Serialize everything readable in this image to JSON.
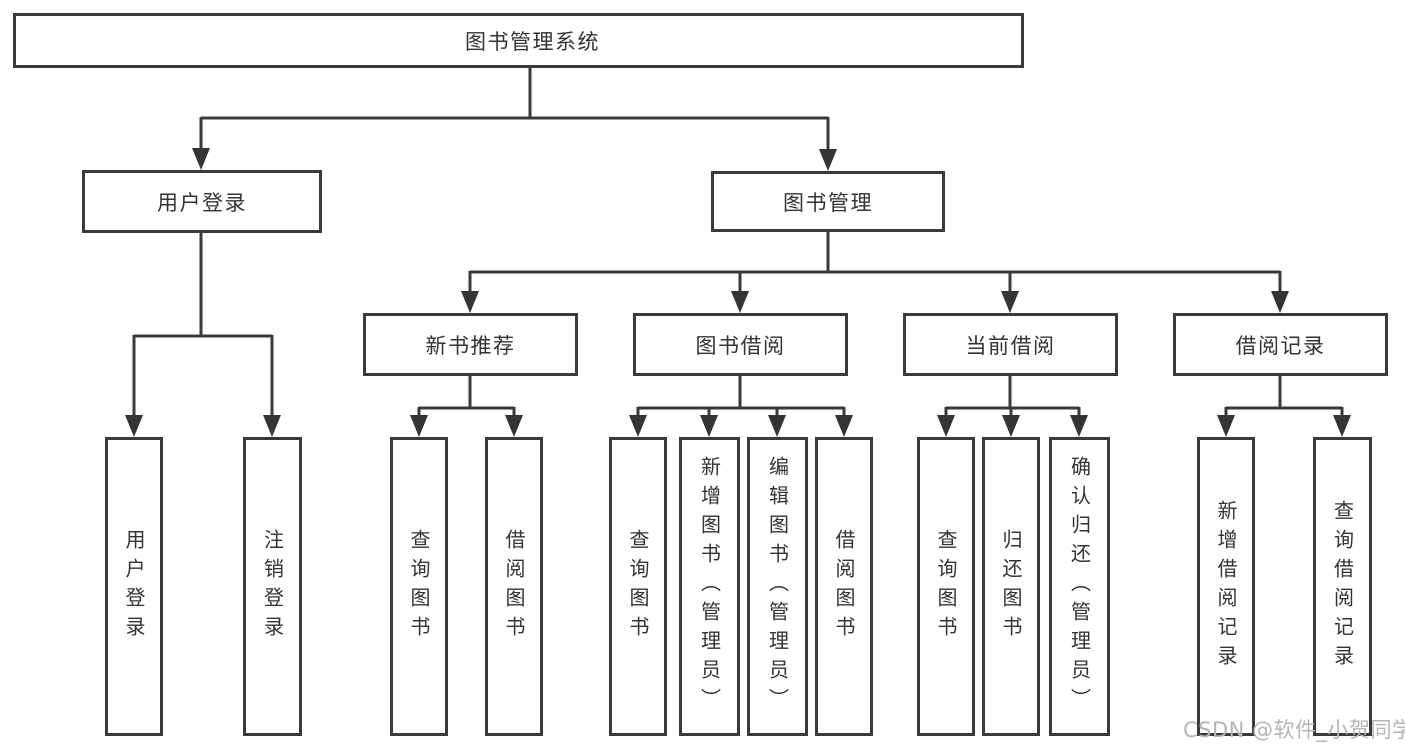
{
  "tree": {
    "root": {
      "label": "图书管理系统"
    },
    "branches": [
      {
        "label": "用户登录",
        "leaves": [
          "用户登录",
          "注销登录"
        ]
      },
      {
        "label": "图书管理",
        "groups": [
          {
            "label": "新书推荐",
            "leaves": [
              "查询图书",
              "借阅图书"
            ]
          },
          {
            "label": "图书借阅",
            "leaves": [
              "查询图书",
              "新增图书（管理员）",
              "编辑图书（管理员）",
              "借阅图书"
            ]
          },
          {
            "label": "当前借阅",
            "leaves": [
              "查询图书",
              "归还图书",
              "确认归还（管理员）"
            ]
          },
          {
            "label": "借阅记录",
            "leaves": [
              "新增借阅记录",
              "查询借阅记录"
            ]
          }
        ]
      }
    ]
  },
  "watermark": "CSDN @软件_小贺同学",
  "colors": {
    "line": "#3a3a3a",
    "text": "#333333",
    "watermark": "#b6b6b6",
    "background": "#ffffff"
  }
}
